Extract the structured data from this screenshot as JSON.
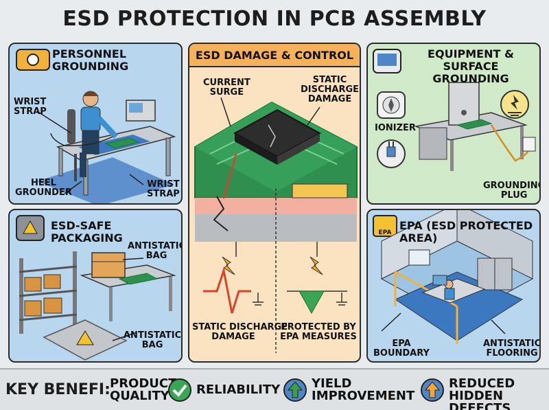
{
  "title": "ESD PROTECTION IN PCB ASSEMBLY",
  "panels": {
    "personnel": {
      "title_line1": "PERSONNEL",
      "title_line2": "GROUNDING",
      "labels": {
        "wrist_strap_left_1": "WRIST",
        "wrist_strap_left_2": "STRAP",
        "heel_1": "HEEL",
        "heel_2": "GROUNDER",
        "wrist_strap_right_1": "WRIST",
        "wrist_strap_right_2": "STRAP"
      }
    },
    "packaging": {
      "title": "ESD-SAFE PACKAGING",
      "labels": {
        "bag_top_1": "ANTISTATIC",
        "bag_top_2": "BAG",
        "bag_bottom_1": "ANTISTATIC",
        "bag_bottom_2": "BAG"
      }
    },
    "damage": {
      "title": "ESD DAMAGE & CONTROL",
      "labels": {
        "current_1": "CURRENT",
        "current_2": "SURGE",
        "static_1": "STATIC",
        "static_2": "DISCHARGE",
        "static_3": "DAMAGE",
        "bottom_left_1": "STATIC DISCHARGE",
        "bottom_left_2": "DAMAGE",
        "bottom_right_1": "PROTECTED BY",
        "bottom_right_2": "EPA MEASURES"
      }
    },
    "equipment": {
      "title_line1": "EQUIPMENT & SURFACE",
      "title_line2": "GROUNDING",
      "labels": {
        "ionizer": "IONIZER",
        "plug_1": "GROUNDING",
        "plug_2": "PLUG"
      }
    },
    "epa": {
      "title": "EPA (ESD PROTECTED AREA)",
      "badge": "EPA",
      "labels": {
        "boundary_1": "EPA",
        "boundary_2": "BOUNDARY",
        "flooring_1": "ANTISTATIC",
        "flooring_2": "FLOORING"
      }
    }
  },
  "benefits": {
    "heading": "KEY BENEFI:",
    "items": [
      {
        "line1": "PRODUCT",
        "line2": "QUALITY"
      },
      {
        "line1": "RELIABILITY",
        "line2": ""
      },
      {
        "line1": "YIELD",
        "line2": "IMPROVEMENT"
      },
      {
        "line1": "REDUCED",
        "line2": "HIDDEN DEFECTS"
      }
    ]
  },
  "colors": {
    "personnel_bg": "#b9d6ef",
    "packaging_bg": "#b9d6ef",
    "damage_bg": "#fbe3c1",
    "damage_header": "#f6b25b",
    "equipment_bg": "#cfe9c9",
    "epa_bg": "#b9d6ef",
    "pcb_green": "#2f8f4e",
    "chip": "#2d2d2d",
    "bolt": "#f2a81c",
    "check_green": "#3aa655",
    "arrow_green": "#3c9b4c",
    "arrow_orange": "#f2a63a",
    "circle_blue": "#4f86c6"
  }
}
